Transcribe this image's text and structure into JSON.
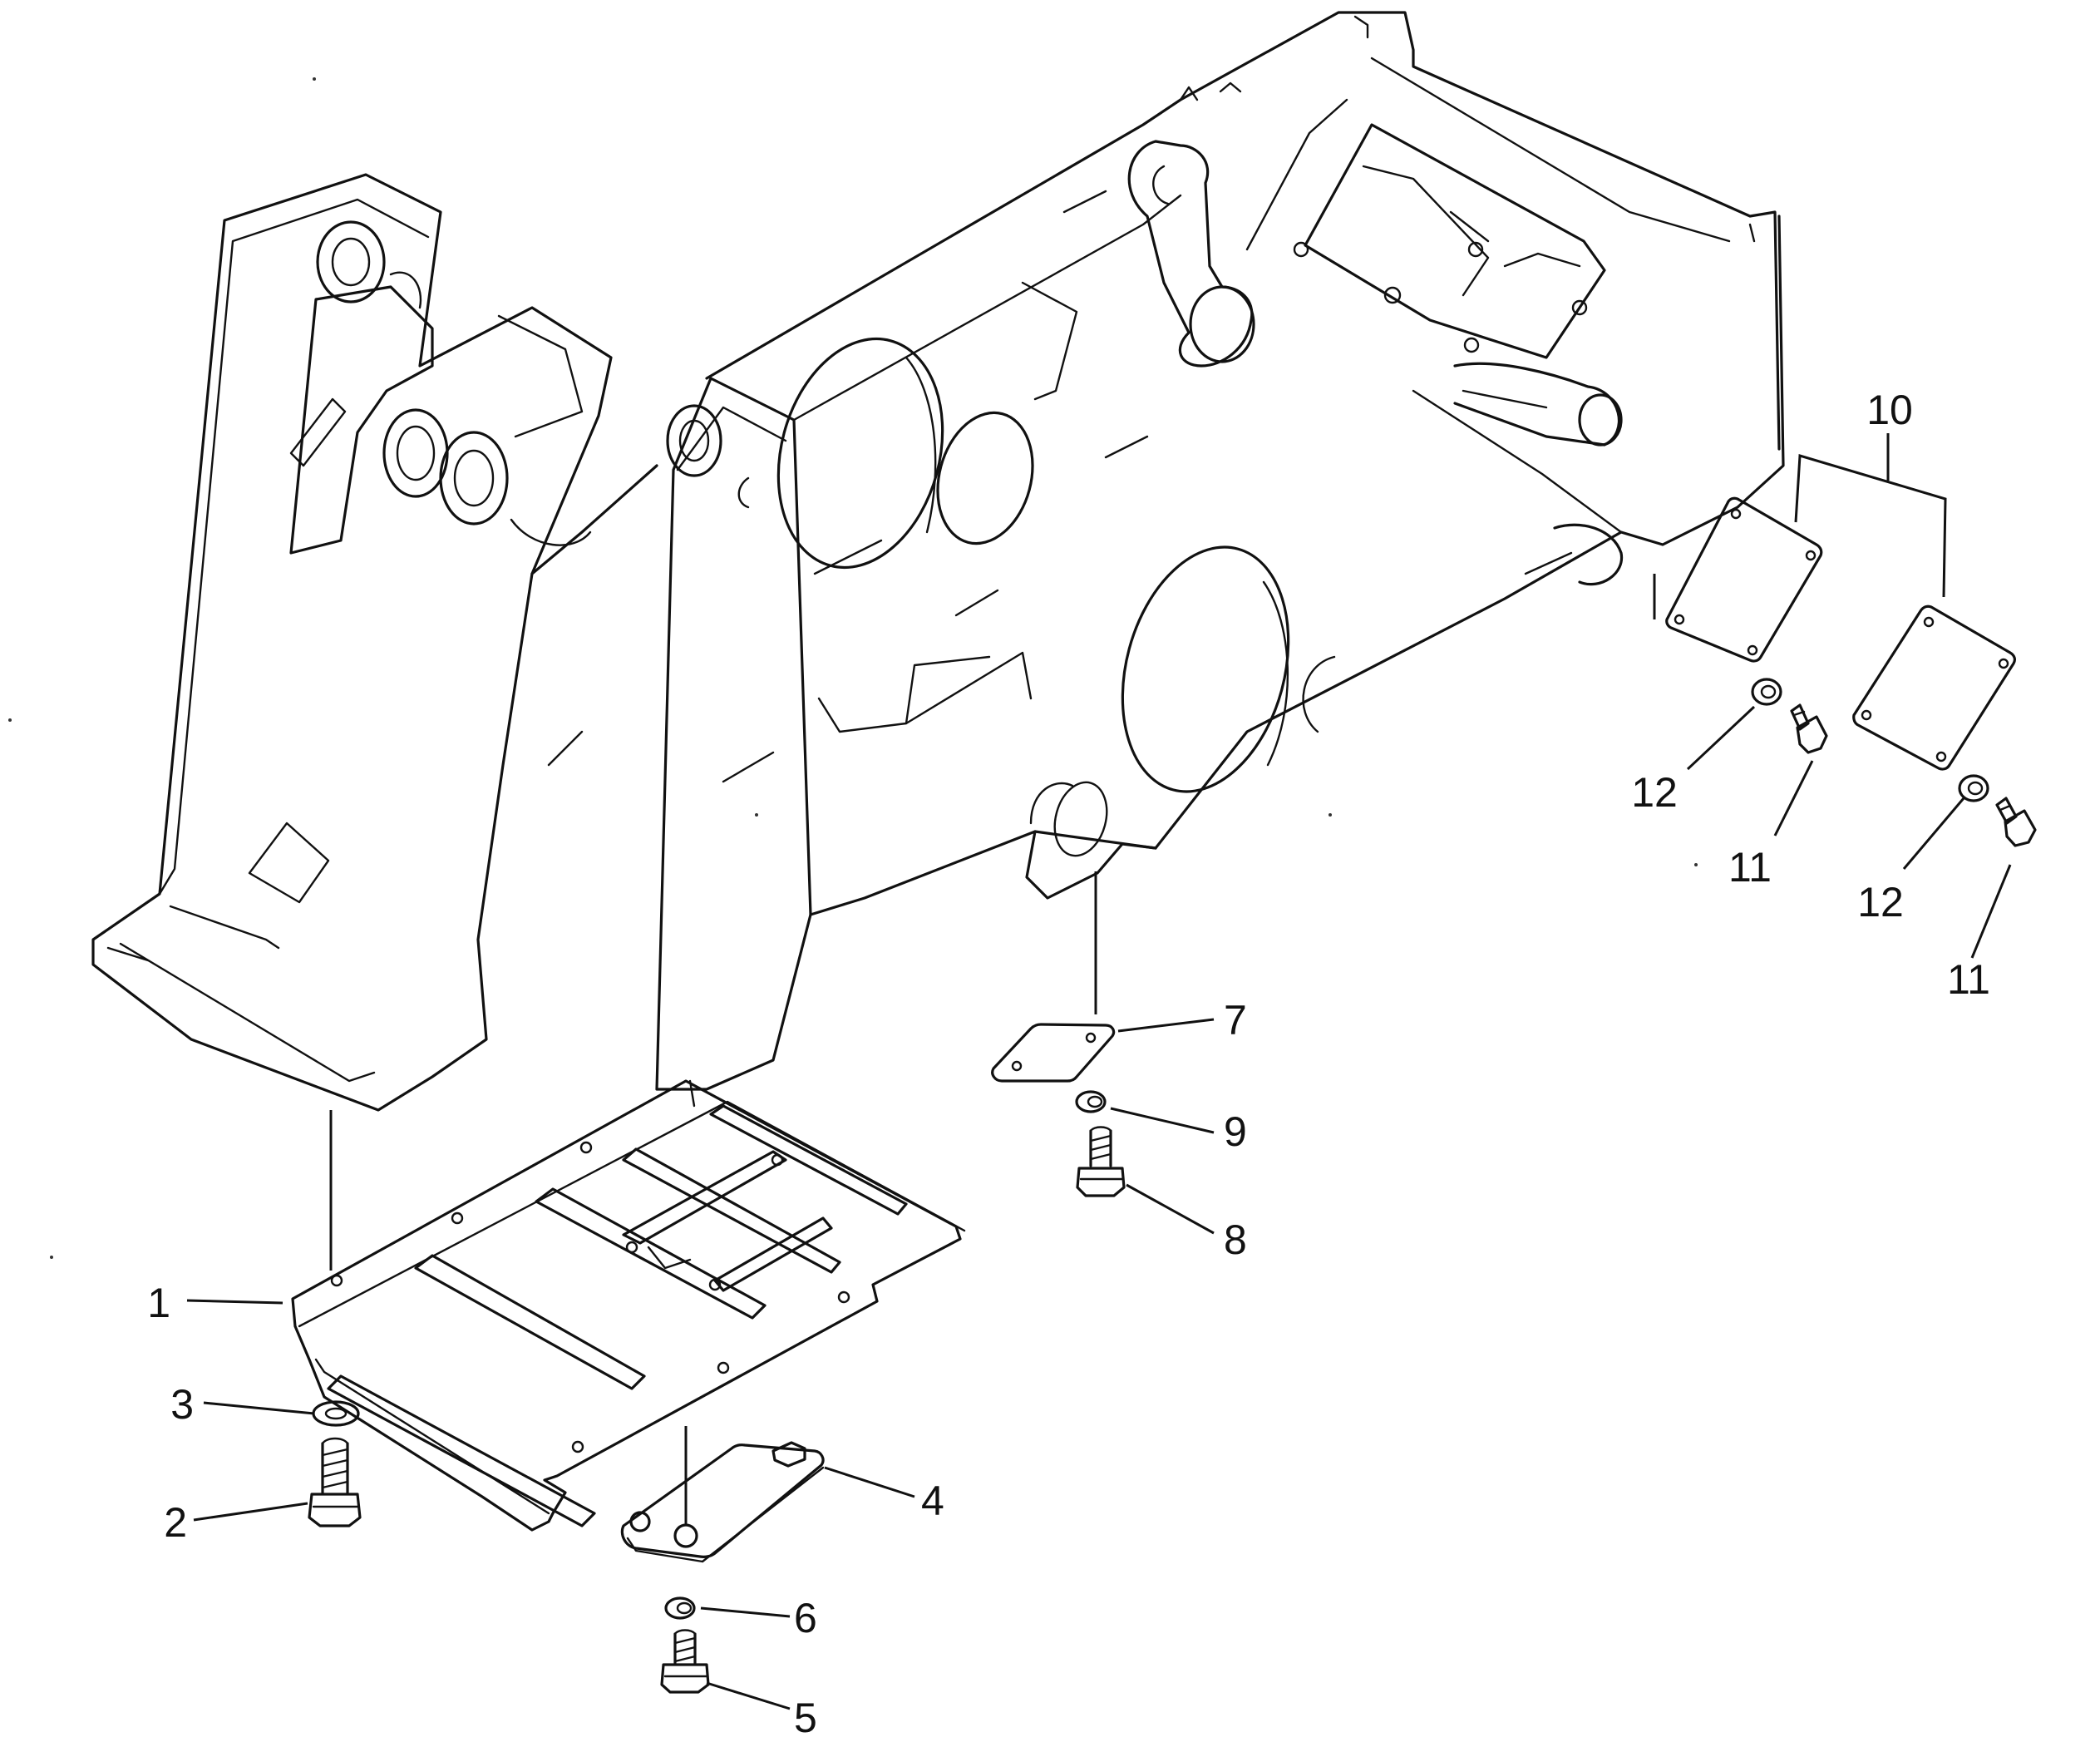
{
  "callouts": [
    {
      "number": "1",
      "part": "undercover"
    },
    {
      "number": "2",
      "part": "bolt"
    },
    {
      "number": "3",
      "part": "washer"
    },
    {
      "number": "4",
      "part": "cover-plate"
    },
    {
      "number": "5",
      "part": "bolt"
    },
    {
      "number": "6",
      "part": "lock-washer"
    },
    {
      "number": "7",
      "part": "cover-plate"
    },
    {
      "number": "8",
      "part": "bolt"
    },
    {
      "number": "9",
      "part": "lock-washer"
    },
    {
      "number": "10",
      "part": "cover-plate-pair"
    },
    {
      "number": "11",
      "part": "bolt"
    },
    {
      "number": "12",
      "part": "lock-washer"
    }
  ]
}
